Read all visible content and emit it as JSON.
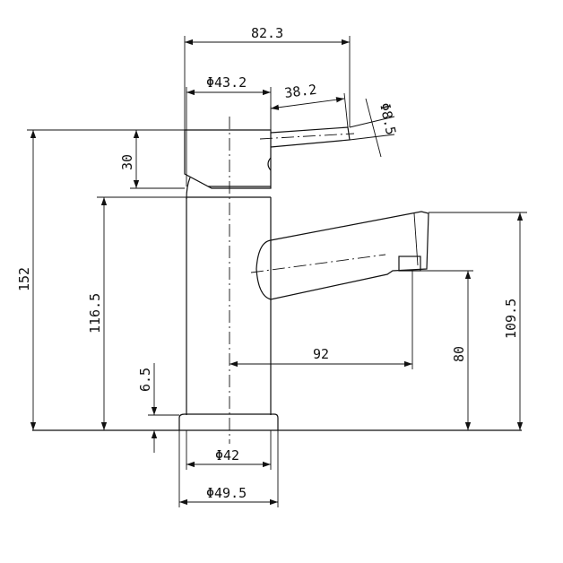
{
  "dimensions": {
    "top_width": "82.3",
    "head_diameter": "Φ43.2",
    "handle_length": "38.2",
    "handle_diameter": "Φ8.5",
    "head_height": "30",
    "total_height": "152",
    "spout_base_height": "116.5",
    "base_plate_height": "6.5",
    "spout_reach": "92",
    "outlet_height": "80",
    "spout_top_height": "109.5",
    "body_diameter": "Φ42",
    "base_diameter": "Φ49.5"
  }
}
